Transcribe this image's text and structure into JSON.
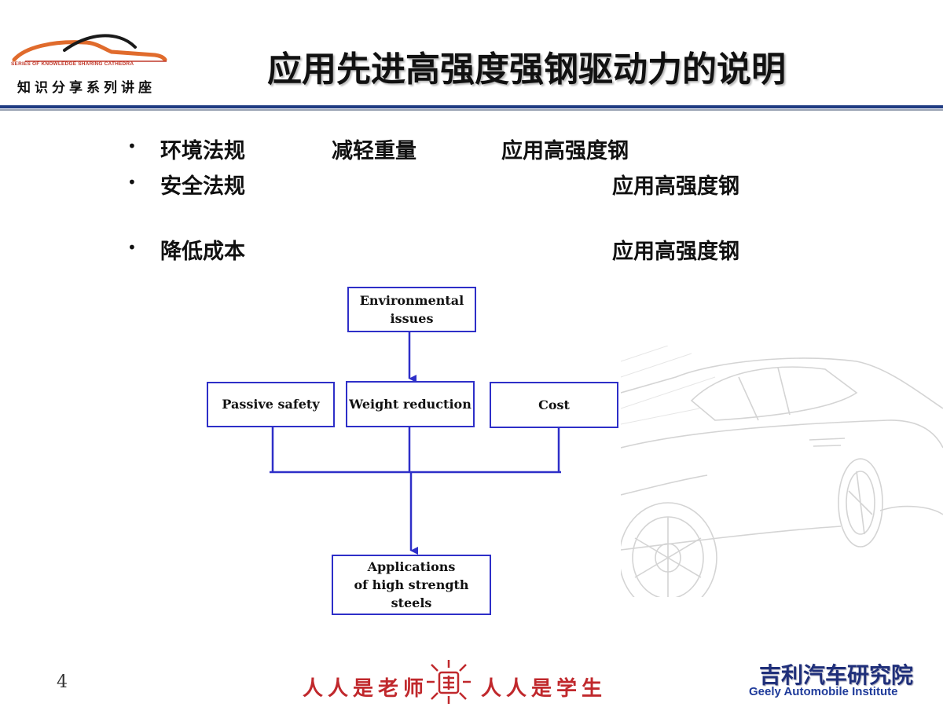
{
  "header": {
    "logo_tagline": "SERIES OF KNOWLEDGE SHARING CATHEDRA",
    "logo_cn": "知识分享系列讲座",
    "title": "应用先进高强度强钢驱动力的说明"
  },
  "bullets": [
    {
      "label": "环境法规",
      "middle": "减轻重量",
      "right": "应用高强度钢"
    },
    {
      "label": "安全法规",
      "middle": "",
      "right": "应用高强度钢"
    },
    {
      "label": "降低成本",
      "middle": "",
      "right": "应用高强度钢"
    }
  ],
  "diagram": {
    "top": "Environmental\nissues",
    "passive": "Passive safety",
    "weight": "Weight reduction",
    "cost": "Cost",
    "bottom": "Applications\nof high strength\nsteels"
  },
  "footer": {
    "page_number": "4",
    "motto_left": "人人是老师",
    "motto_right": "人人是学生",
    "institute_cn": "吉利汽车研究院",
    "institute_en": "Geely Automobile Institute"
  },
  "colors": {
    "diagram_blue": "#2e2fc8",
    "title_rule": "#1f3b82",
    "motto_red": "#c0282c",
    "institute_blue": "#1f2f7a"
  }
}
